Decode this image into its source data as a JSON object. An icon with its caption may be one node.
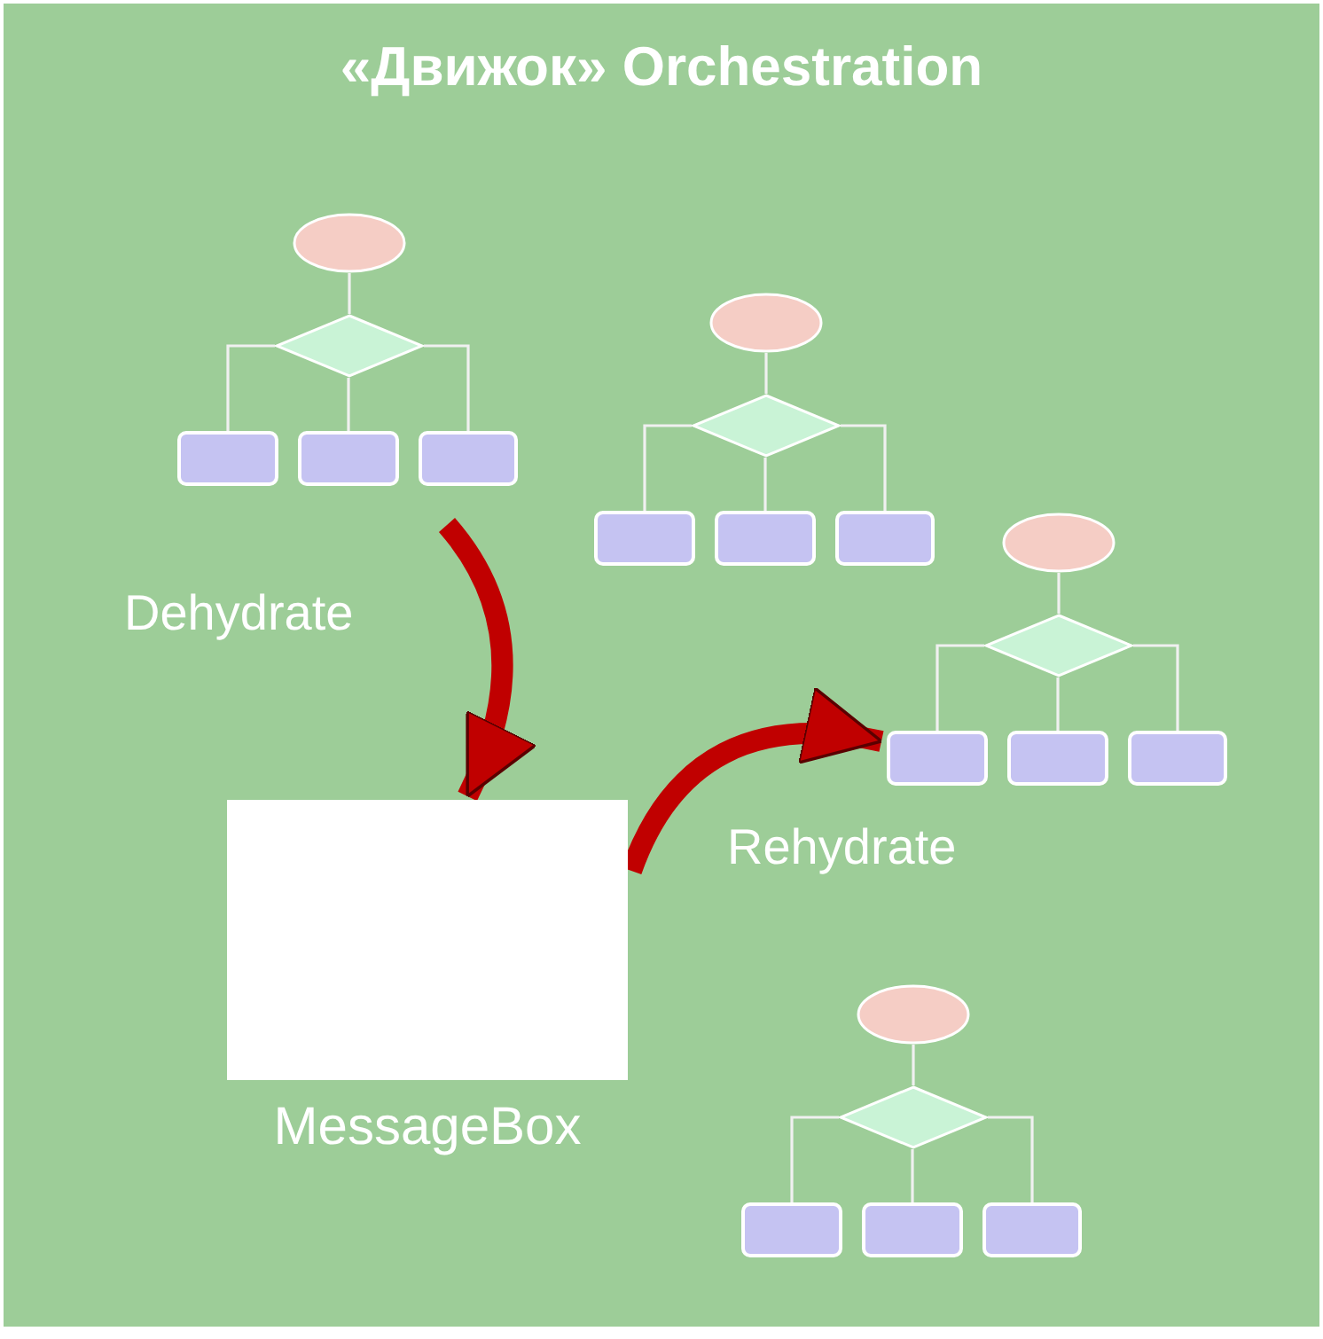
{
  "diagram": {
    "nodes": [
      {
        "text": [
          "«Движок» Orchestration"
        ]
      },
      {
        "text": [],
        "shape": "ellipse",
        "in": 0
      },
      {
        "text": [],
        "shape": "diamond",
        "in": 0
      },
      {
        "text": [],
        "shape": "box",
        "in": 0
      },
      {
        "text": [],
        "shape": "box",
        "in": 0
      },
      {
        "text": [],
        "shape": "box",
        "in": 0
      },
      {
        "text": [],
        "shape": "ellipse",
        "in": 0
      },
      {
        "text": [],
        "shape": "diamond",
        "in": 0
      },
      {
        "text": [],
        "shape": "box",
        "in": 0
      },
      {
        "text": [],
        "shape": "box",
        "in": 0
      },
      {
        "text": [],
        "shape": "box",
        "in": 0
      },
      {
        "text": [],
        "shape": "ellipse",
        "in": 0
      },
      {
        "text": [],
        "shape": "diamond",
        "in": 0
      },
      {
        "text": [],
        "shape": "box",
        "in": 0
      },
      {
        "text": [],
        "shape": "box",
        "in": 0
      },
      {
        "text": [],
        "shape": "box",
        "in": 0
      },
      {
        "text": [
          "MessageBox"
        ],
        "in": 0
      },
      {
        "text": [],
        "shape": "ellipse",
        "in": 0
      },
      {
        "text": [],
        "shape": "diamond",
        "in": 0
      },
      {
        "text": [],
        "shape": "box",
        "in": 0
      },
      {
        "text": [],
        "shape": "box",
        "in": 0
      },
      {
        "text": [],
        "shape": "box",
        "in": 0
      }
    ],
    "edges": [
      {
        "from": 1,
        "to": 2,
        "arrow": "none"
      },
      {
        "from": 2,
        "to": 3,
        "arrow": "none"
      },
      {
        "from": 2,
        "to": 4,
        "arrow": "none"
      },
      {
        "from": 2,
        "to": 5,
        "arrow": "none"
      },
      {
        "from": 6,
        "to": 7,
        "arrow": "none"
      },
      {
        "from": 7,
        "to": 8,
        "arrow": "none"
      },
      {
        "from": 7,
        "to": 9,
        "arrow": "none"
      },
      {
        "from": 7,
        "to": 10,
        "arrow": "none"
      },
      {
        "from": 11,
        "to": 12,
        "arrow": "none"
      },
      {
        "from": 12,
        "to": 13,
        "arrow": "none"
      },
      {
        "from": 12,
        "to": 14,
        "arrow": "none"
      },
      {
        "from": 12,
        "to": 15,
        "arrow": "none"
      },
      {
        "from": 17,
        "to": 18,
        "arrow": "none"
      },
      {
        "from": 18,
        "to": 19,
        "arrow": "none"
      },
      {
        "from": 18,
        "to": 20,
        "arrow": "none"
      },
      {
        "from": 18,
        "to": 21,
        "arrow": "none"
      },
      {
        "from": null,
        "to": 16,
        "arrow": "to",
        "label": "Dehydrate",
        "style": "thick",
        "color": "#c00000"
      },
      {
        "from": 16,
        "to": 13,
        "arrow": "to",
        "label": "Rehydrate",
        "style": "thick",
        "color": "#c00000"
      }
    ]
  }
}
